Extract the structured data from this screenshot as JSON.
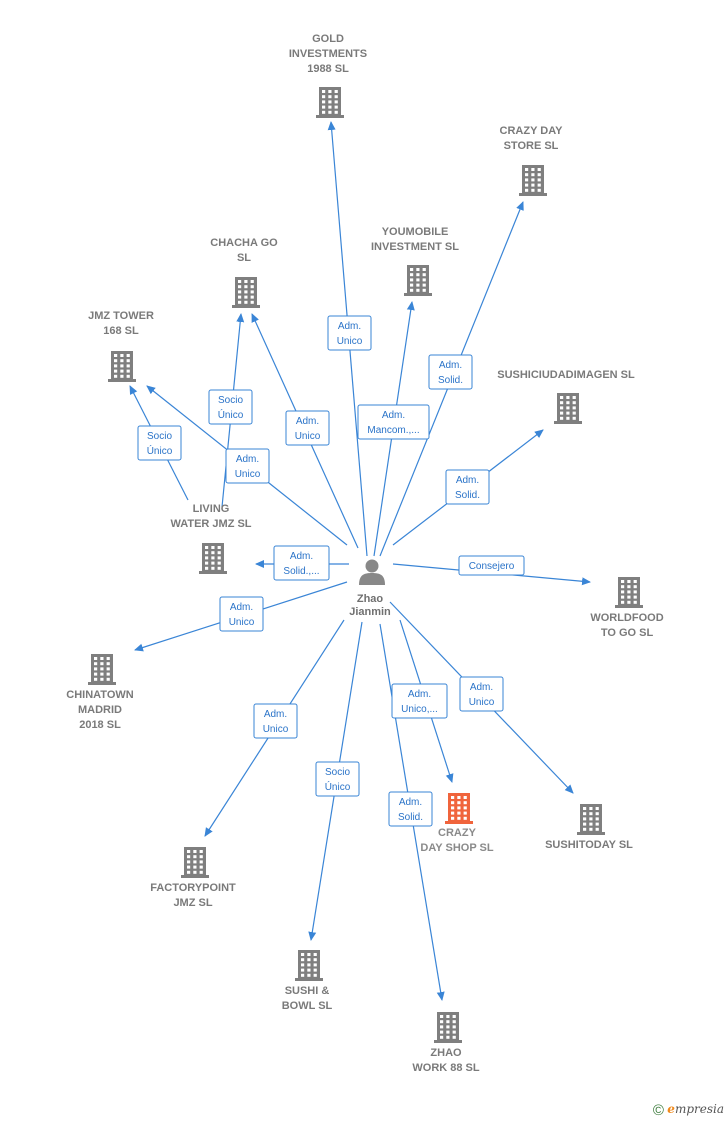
{
  "center": {
    "name_lines": [
      "Zhao",
      "Jianmin"
    ],
    "icon": "person-icon",
    "color": "#888888"
  },
  "nodes": [
    {
      "id": "gold",
      "lines": [
        "GOLD",
        "INVESTMENTS",
        "1988  SL"
      ],
      "icon": "building-icon",
      "color": "#7f7f7f"
    },
    {
      "id": "crazystore",
      "lines": [
        "CRAZY DAY",
        "STORE  SL"
      ],
      "icon": "building-icon",
      "color": "#7f7f7f"
    },
    {
      "id": "youmobile",
      "lines": [
        "YOUMOBILE",
        "INVESTMENT SL"
      ],
      "icon": "building-icon",
      "color": "#7f7f7f"
    },
    {
      "id": "chacha",
      "lines": [
        "CHACHA GO",
        "SL"
      ],
      "icon": "building-icon",
      "color": "#7f7f7f"
    },
    {
      "id": "jmz",
      "lines": [
        "JMZ TOWER",
        "168  SL"
      ],
      "icon": "building-icon",
      "color": "#7f7f7f"
    },
    {
      "id": "sushiciudad",
      "lines": [
        "SUSHICIUDADIMAGEN SL"
      ],
      "icon": "building-icon",
      "color": "#7f7f7f"
    },
    {
      "id": "living",
      "lines": [
        "LIVING",
        "WATER JMZ  SL"
      ],
      "icon": "building-icon",
      "color": "#7f7f7f"
    },
    {
      "id": "worldfood",
      "lines": [
        "WORLDFOOD",
        "TO GO  SL"
      ],
      "icon": "building-icon",
      "color": "#7f7f7f"
    },
    {
      "id": "chinatown",
      "lines": [
        "CHINATOWN",
        "MADRID",
        "2018  SL"
      ],
      "icon": "building-icon",
      "color": "#7f7f7f"
    },
    {
      "id": "crazyshop",
      "lines": [
        "CRAZY",
        "DAY  SHOP  SL"
      ],
      "icon": "building-icon",
      "color": "#f0643c"
    },
    {
      "id": "sushitoday",
      "lines": [
        "SUSHITODAY SL"
      ],
      "icon": "building-icon",
      "color": "#7f7f7f"
    },
    {
      "id": "factory",
      "lines": [
        "FACTORYPOINT",
        "JMZ  SL"
      ],
      "icon": "building-icon",
      "color": "#7f7f7f"
    },
    {
      "id": "sushibowl",
      "lines": [
        "SUSHI &",
        "BOWL  SL"
      ],
      "icon": "building-icon",
      "color": "#7f7f7f"
    },
    {
      "id": "zhaowork",
      "lines": [
        "ZHAO",
        "WORK 88 SL"
      ],
      "icon": "building-icon",
      "color": "#7f7f7f"
    }
  ],
  "relations": [
    {
      "target": "gold",
      "lines": [
        "Adm.",
        "Unico"
      ]
    },
    {
      "target": "crazystore",
      "lines": [
        "Adm.",
        "Solid."
      ]
    },
    {
      "target": "youmobile",
      "lines": [
        "Adm.",
        "Mancom.,..."
      ]
    },
    {
      "target": "chacha",
      "lines": [
        "Adm.",
        "Unico"
      ]
    },
    {
      "target": "chacha",
      "lines": [
        "Socio",
        "Único"
      ]
    },
    {
      "target": "jmz",
      "lines": [
        "Adm.",
        "Unico"
      ]
    },
    {
      "target": "jmz",
      "lines": [
        "Socio",
        "Único"
      ]
    },
    {
      "target": "sushiciudad",
      "lines": [
        "Adm.",
        "Solid."
      ]
    },
    {
      "target": "living",
      "lines": [
        "Adm.",
        "Solid.,..."
      ]
    },
    {
      "target": "worldfood",
      "lines": [
        "Consejero"
      ]
    },
    {
      "target": "chinatown",
      "lines": [
        "Adm.",
        "Unico"
      ]
    },
    {
      "target": "crazyshop",
      "lines": [
        "Adm.",
        "Unico,..."
      ]
    },
    {
      "target": "sushitoday",
      "lines": [
        "Adm.",
        "Unico"
      ]
    },
    {
      "target": "factory",
      "lines": [
        "Adm.",
        "Unico"
      ]
    },
    {
      "target": "sushibowl",
      "lines": [
        "Socio",
        "Único"
      ]
    },
    {
      "target": "zhaowork",
      "lines": [
        "Adm.",
        "Solid."
      ]
    }
  ],
  "footer": {
    "copyright": "©",
    "brand_initial": "e",
    "brand_rest": "mpresia"
  },
  "colors": {
    "edge": "#3a85d6",
    "label_text": "#2a73c8"
  }
}
